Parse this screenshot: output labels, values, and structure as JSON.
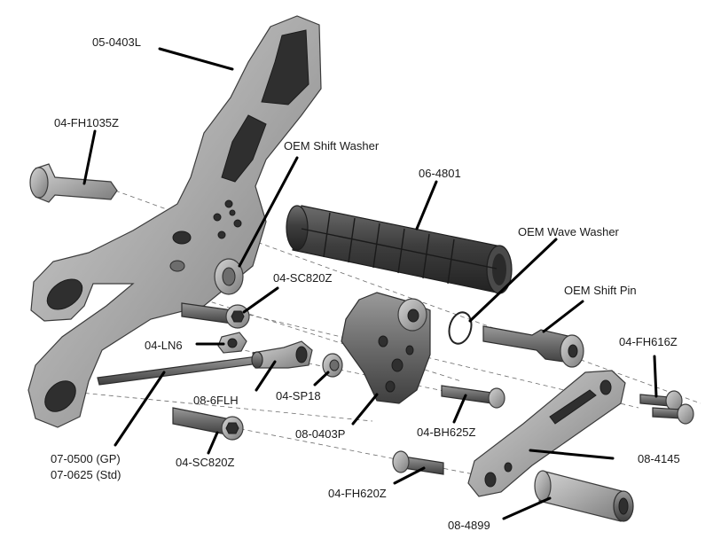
{
  "diagram": {
    "labels": {
      "rearset_plate": "05-0403L",
      "pivot_bolt_top": "04-FH1035Z",
      "oem_shift_washer": "OEM Shift Washer",
      "grip": "06-4801",
      "oem_wave_washer": "OEM Wave Washer",
      "shift_washer_bolt": "04-SC820Z",
      "oem_shift_pin": "OEM Shift Pin",
      "lock_nut": "04-LN6",
      "bolt_fh616": "04-FH616Z",
      "rod_end": "08-6FLH",
      "spacer": "04-SP18",
      "pivot_plate": "08-0403P",
      "button_bolt": "04-BH625Z",
      "linkage_rod_gp": "07-0500 (GP)",
      "linkage_rod_std": "07-0625 (Std)",
      "lower_bolt": "04-SC820Z",
      "shift_lever": "08-4145",
      "bolt_fh620": "04-FH620Z",
      "peg_sleeve": "08-4899"
    }
  }
}
